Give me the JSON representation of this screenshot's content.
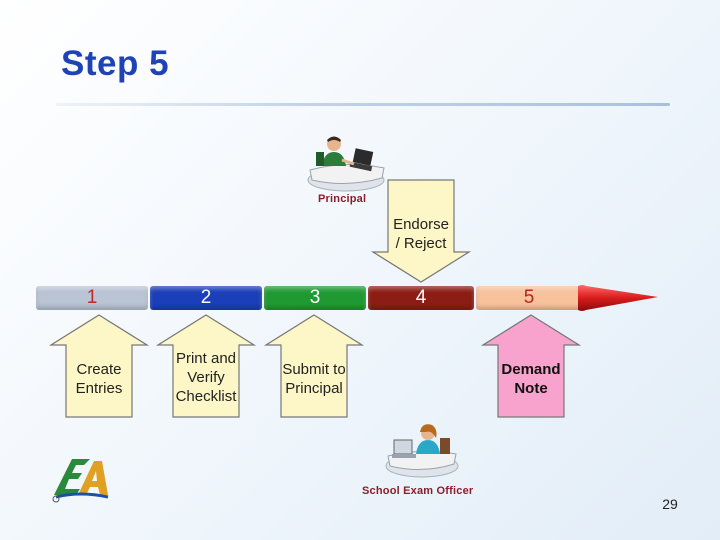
{
  "title": "Step 5",
  "timeline": {
    "segments": [
      {
        "label": "1",
        "color": "#b9c4d4",
        "text_color": "#c0262c"
      },
      {
        "label": "2",
        "color": "#1a3fb8",
        "text_color": "#ffffff"
      },
      {
        "label": "3",
        "color": "#1f9a33",
        "text_color": "#ffffff"
      },
      {
        "label": "4",
        "color": "#8b1d14",
        "text_color": "#ffffff"
      },
      {
        "label": "5",
        "color": "#f8c29c",
        "text_color": "#b0281f"
      }
    ]
  },
  "callouts": {
    "create": {
      "line1": "Create",
      "line2": "Entries",
      "color": "#fdf7c7"
    },
    "print": {
      "line1": "Print and",
      "line2": "Verify",
      "line3": "Checklist",
      "color": "#fdf7c7"
    },
    "submit": {
      "line1": "Submit to",
      "line2": "Principal",
      "color": "#fdf7c7"
    },
    "endorse": {
      "line1": "Endorse",
      "line2": "/ Reject",
      "color": "#fdf7c7"
    },
    "demand": {
      "line1": "Demand",
      "line2": "Note",
      "color": "#f7a3cd"
    }
  },
  "roles": {
    "principal": "Principal",
    "officer": "School Exam Officer"
  },
  "page_number": "29",
  "icons": {
    "principal": "principal-at-desk-icon",
    "officer": "officer-at-desk-icon",
    "logo": "ea-logo"
  }
}
